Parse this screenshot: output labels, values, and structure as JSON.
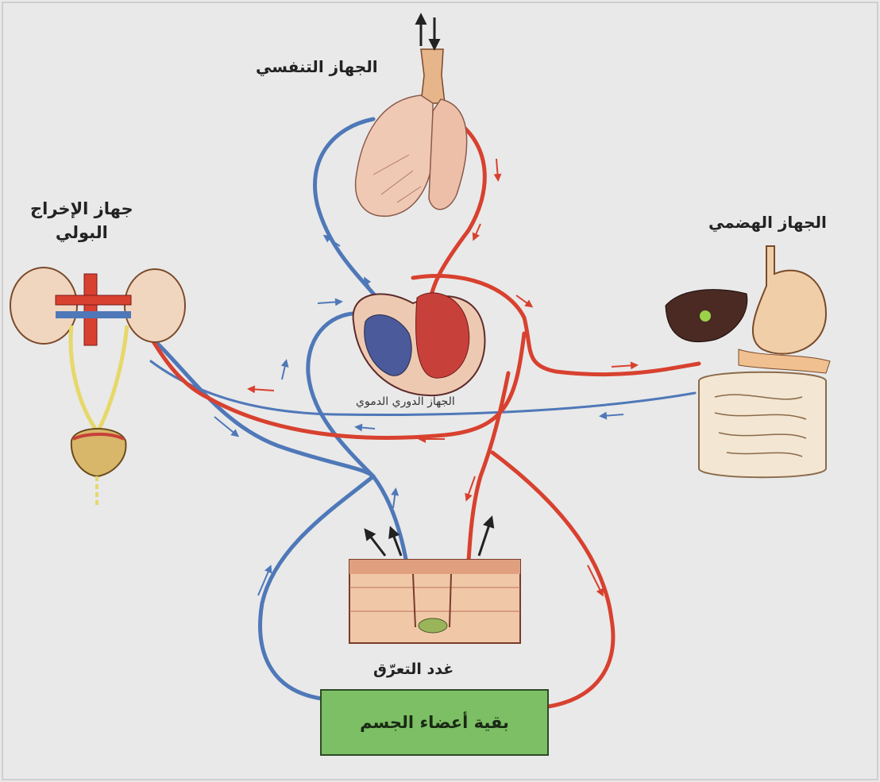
{
  "labels": {
    "respiratory": "الجهاز التنفسي",
    "digestive": "الجهاز الهضمي",
    "urinary_line1": "جهاز الإخراج",
    "urinary_line2": "البولي",
    "circulatory": "الجهاز الدوري الدموي",
    "sweat_glands": "غدد التعرّق",
    "rest_of_body": "بقية أعضاء الجسم"
  },
  "colors": {
    "oxygenated_blood": "#d8412f",
    "deoxygenated_blood": "#4f78b8",
    "body_box": "#7cbf64",
    "urine": "#e6d86a",
    "background": "#e9e9e9"
  },
  "icons": [
    "lungs-icon",
    "heart-icon",
    "kidneys-icon",
    "bladder-icon",
    "stomach-liver-icon",
    "intestines-icon",
    "skin-section-icon",
    "exchange-arrows-icon"
  ]
}
